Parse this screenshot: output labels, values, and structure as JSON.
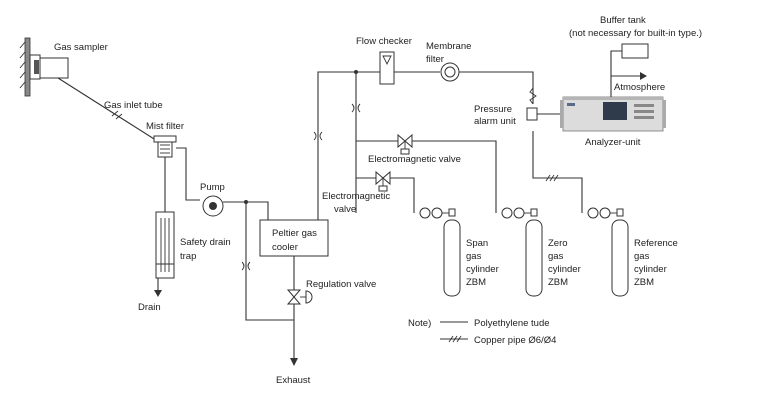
{
  "labels": {
    "gas_sampler": "Gas sampler",
    "gas_inlet_tube": "Gas inlet tube",
    "mist_filter": "Mist filter",
    "pump": "Pump",
    "safety_drain_trap_1": "Safety drain",
    "safety_drain_trap_2": "trap",
    "drain": "Drain",
    "flow_checker": "Flow checker",
    "membrane_filter_1": "Membrane",
    "membrane_filter_2": "filter",
    "buffer_tank_1": "Buffer tank",
    "buffer_tank_2": "(not necessary for built-in type.)",
    "atmosphere": "Atmosphere",
    "pressure_alarm_1": "Pressure",
    "pressure_alarm_2": "alarm unit",
    "analyzer_unit": "Analyzer-unit",
    "electromagnetic_valve_top": "Electromagnetic valve",
    "electromagnetic_valve_left_1": "Electromagnetic",
    "electromagnetic_valve_left_2": "valve",
    "peltier_1": "Peltier gas",
    "peltier_2": "cooler",
    "regulation_valve": "Regulation valve",
    "exhaust": "Exhaust",
    "span_1": "Span",
    "span_2": "gas",
    "span_3": "cylinder",
    "span_4": "ZBM",
    "zero_1": "Zero",
    "zero_2": "gas",
    "zero_3": "cylinder",
    "zero_4": "ZBM",
    "ref_1": "Reference",
    "ref_2": "gas",
    "ref_3": "cylinder",
    "ref_4": "ZBM",
    "note_title": "Note)",
    "note_poly": "Polyethylene tude",
    "note_copper": "Copper pipe  Ø6/Ø4"
  },
  "colors": {
    "line": "#333333",
    "analyzer_body": "#dcdcdc",
    "analyzer_panel": "#2f3a4a"
  }
}
